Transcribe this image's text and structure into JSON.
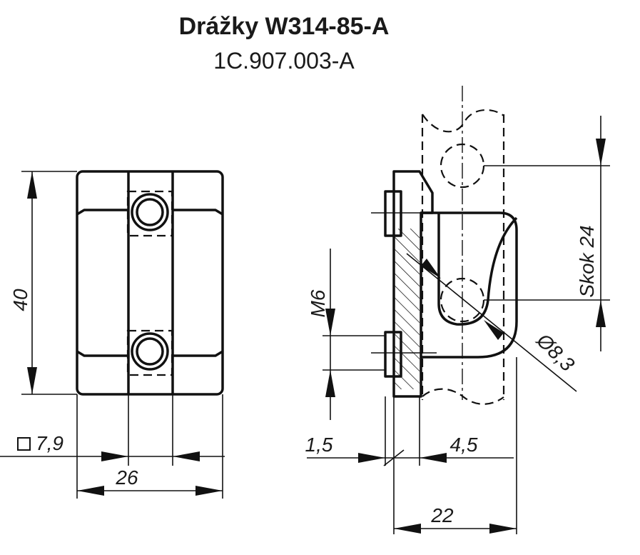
{
  "title": "Drážky  W314-85-A",
  "subtitle": "1C.907.003-A",
  "dimensions": {
    "height": "40",
    "square": "7,9",
    "width": "26",
    "thread": "M6",
    "pitch": "Skok 24",
    "hole": "Ø8,3",
    "offset_a": "1,5",
    "offset_b": "4,5",
    "depth": "22"
  }
}
